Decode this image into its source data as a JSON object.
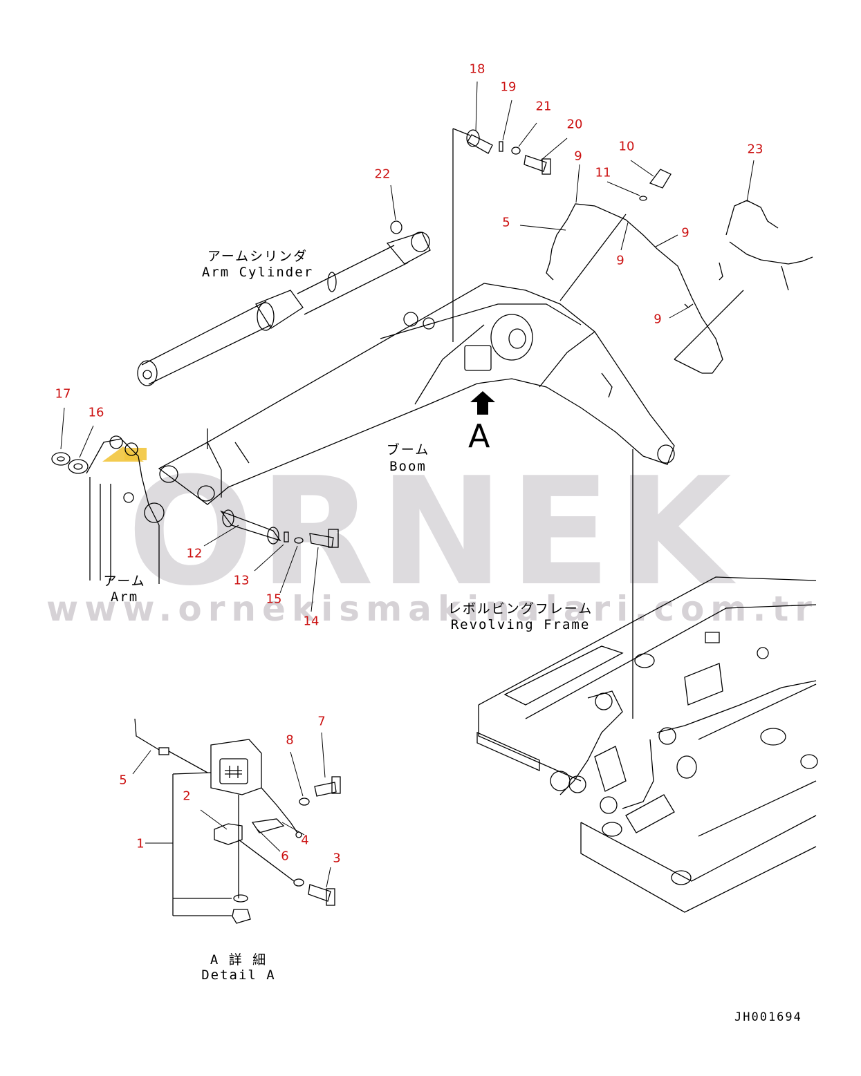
{
  "watermark": {
    "brand": "ORNEK",
    "url": "www.ornekismakinalari.com.tr"
  },
  "labels": {
    "arm_cylinder_jp": "アームシリンダ",
    "arm_cylinder_en": "Arm Cylinder",
    "boom_jp": "ブーム",
    "boom_en": "Boom",
    "arm_jp": "アーム",
    "arm_en": "Arm",
    "revolving_frame_jp": "レボルビングフレーム",
    "revolving_frame_en": "Revolving Frame",
    "detail_a_jp": "A 詳 細",
    "detail_a_en": "Detail A",
    "view_marker": "A"
  },
  "document_id": "JH001694",
  "part_callouts": [
    "18",
    "19",
    "21",
    "20",
    "22",
    "9",
    "10",
    "11",
    "23",
    "5",
    "9",
    "9",
    "9",
    "17",
    "16",
    "12",
    "13",
    "15",
    "14",
    "7",
    "8",
    "5",
    "2",
    "1",
    "4",
    "6",
    "3"
  ],
  "colors": {
    "callout": "#cc1111",
    "line": "#000000",
    "watermark": "#d8d5d9",
    "accent": "#f2c53d"
  }
}
